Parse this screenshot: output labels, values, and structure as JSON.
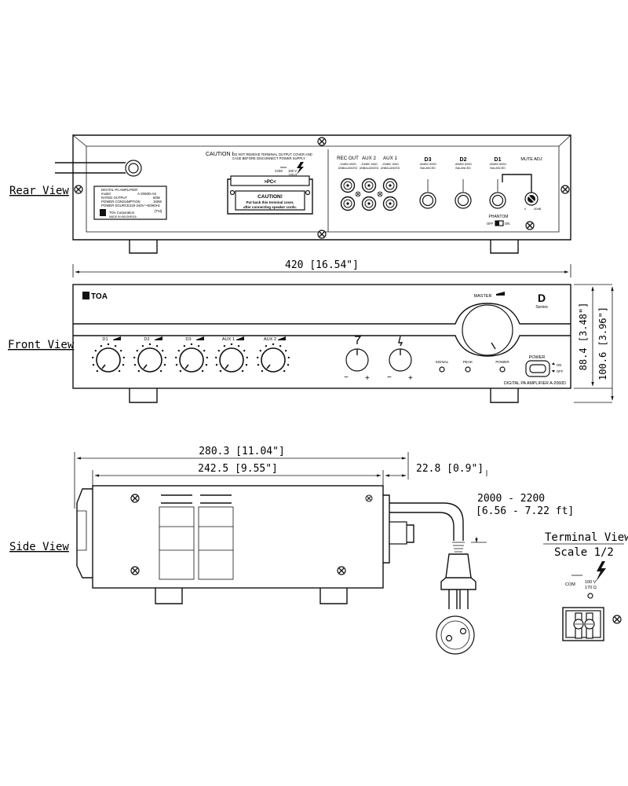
{
  "views": {
    "rear": "Rear View",
    "front": "Front View",
    "side": "Side View",
    "terminal": "Terminal View",
    "terminal_scale": "Scale 1/2"
  },
  "dimensions": {
    "width": "420 [16.54\"]",
    "height_body": "88.4 [3.48\"]",
    "height_total": "100.6 [3.96\"]",
    "depth_total": "280.3 [11.04\"]",
    "depth_body": "242.5 [9.55\"]",
    "rear_protrusion": "22.8 [0.9\"]",
    "cord_length": "2000 - 2200",
    "cord_length_ft": "[6.56 - 7.22 ft]"
  },
  "rear_panel": {
    "caution_title": "CAUTION !",
    "caution_line1": "DO NOT REMOVE TERMINAL OUTPUT COVER AND",
    "caution_line2": "CASE BEFORE DISCONNECT POWER SUPPLY",
    "com": "COM",
    "v100": "100 V",
    "ohm": "170 Ω",
    "cover_symbol": ">PC<",
    "cover_title": "CAUTION!",
    "cover_line1": "Put back this terminal cover,",
    "cover_line2": "after connecting speaker cords.",
    "label_line1": "DIGITAL PA AMPLIFIER",
    "label_model_key": "model",
    "label_model": "A-2060D-AS",
    "label_output_key": "RATED OUTPUT",
    "label_output": "60W",
    "label_consumption_key": "POWER CONSUMPTION",
    "label_consumption": "160W",
    "label_source_key": "POWER SOURCE",
    "label_source": "220-240V～50/60Hz",
    "label_maker": "TOA Corporation",
    "label_made": "MADE IN INDONESIA",
    "label_code": "[TSI]",
    "rec_out": "REC OUT",
    "rec_out_spec1": "-10dBV 600Ω",
    "rec_out_spec2": "UNBALANCED",
    "aux2": "AUX 2",
    "aux2_spec1": "-20dBV 10kΩ",
    "aux2_spec2": "UNBALANCED",
    "aux1": "AUX 1",
    "aux1_spec1": "-20dBV 10kΩ",
    "aux1_spec2": "UNBALANCED",
    "d3": "D3",
    "d2": "D2",
    "d1": "D1",
    "mic_spec1": "-60dBV 600Ω",
    "mic_spec2": "BALANCED",
    "mute_adj": "MUTE ADJ",
    "mute_range_lo": "0",
    "mute_range_hi": "-30dB",
    "phantom": "PHANTOM",
    "phantom_off": "OFF",
    "phantom_on": "ON"
  },
  "front_panel": {
    "brand": "TOA",
    "series_letter": "D",
    "series_word": "Series",
    "master": "MASTER",
    "knobs": [
      "D1",
      "D2",
      "D3",
      "AUX 1",
      "AUX 2"
    ],
    "signal": "SIGNAL",
    "peak": "PEAK",
    "power_led": "POWER",
    "power_button": "POWER",
    "on": "ON",
    "off": "OFF",
    "model_text": "DIGITAL PA AMPLIFIER A-2060D",
    "minus": "−",
    "plus": "+"
  }
}
